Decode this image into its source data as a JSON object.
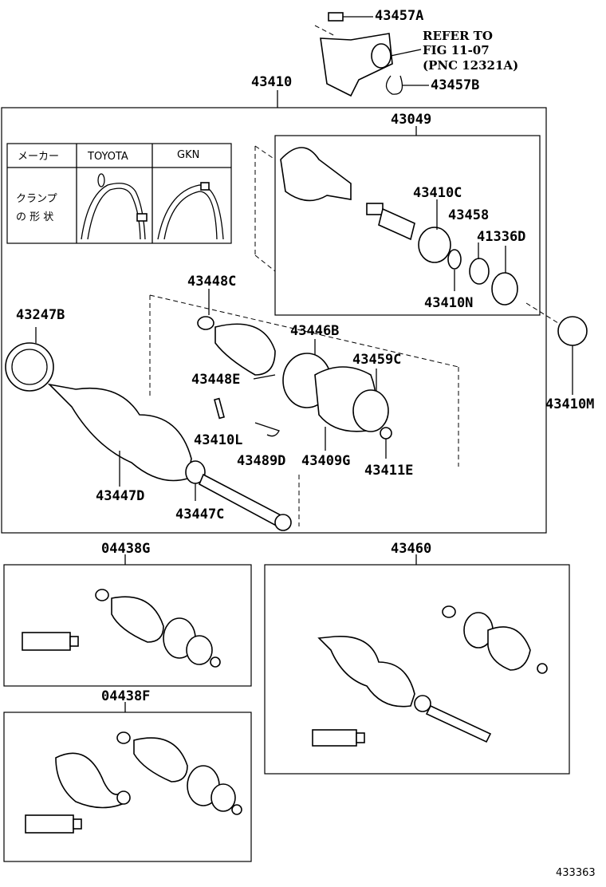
{
  "labels": {
    "l43457A": "43457A",
    "l43457B": "43457B",
    "l43410": "43410",
    "l43049": "43049",
    "l43410C": "43410C",
    "l43458": "43458",
    "l41336D": "41336D",
    "l43410N": "43410N",
    "l43410M": "43410M",
    "l43448C": "43448C",
    "l43446B": "43446B",
    "l43448E": "43448E",
    "l43459C": "43459C",
    "l43247B": "43247B",
    "l43410L": "43410L",
    "l43489D": "43489D",
    "l43409G": "43409G",
    "l43411E": "43411E",
    "l43447D": "43447D",
    "l43447C": "43447C",
    "l04438G": "04438G",
    "l43460": "43460",
    "l04438F": "04438F"
  },
  "reference": {
    "line1": "REFER TO",
    "line2": "FIG 11-07",
    "line3": "(PNC 12321A)"
  },
  "clamp_table": {
    "header_maker": "メーカー",
    "header_toyota": "TOYOTA",
    "header_gkn": "GKN",
    "row_label_1": "クランプ",
    "row_label_2": "の 形 状"
  },
  "figure_number": "433363"
}
